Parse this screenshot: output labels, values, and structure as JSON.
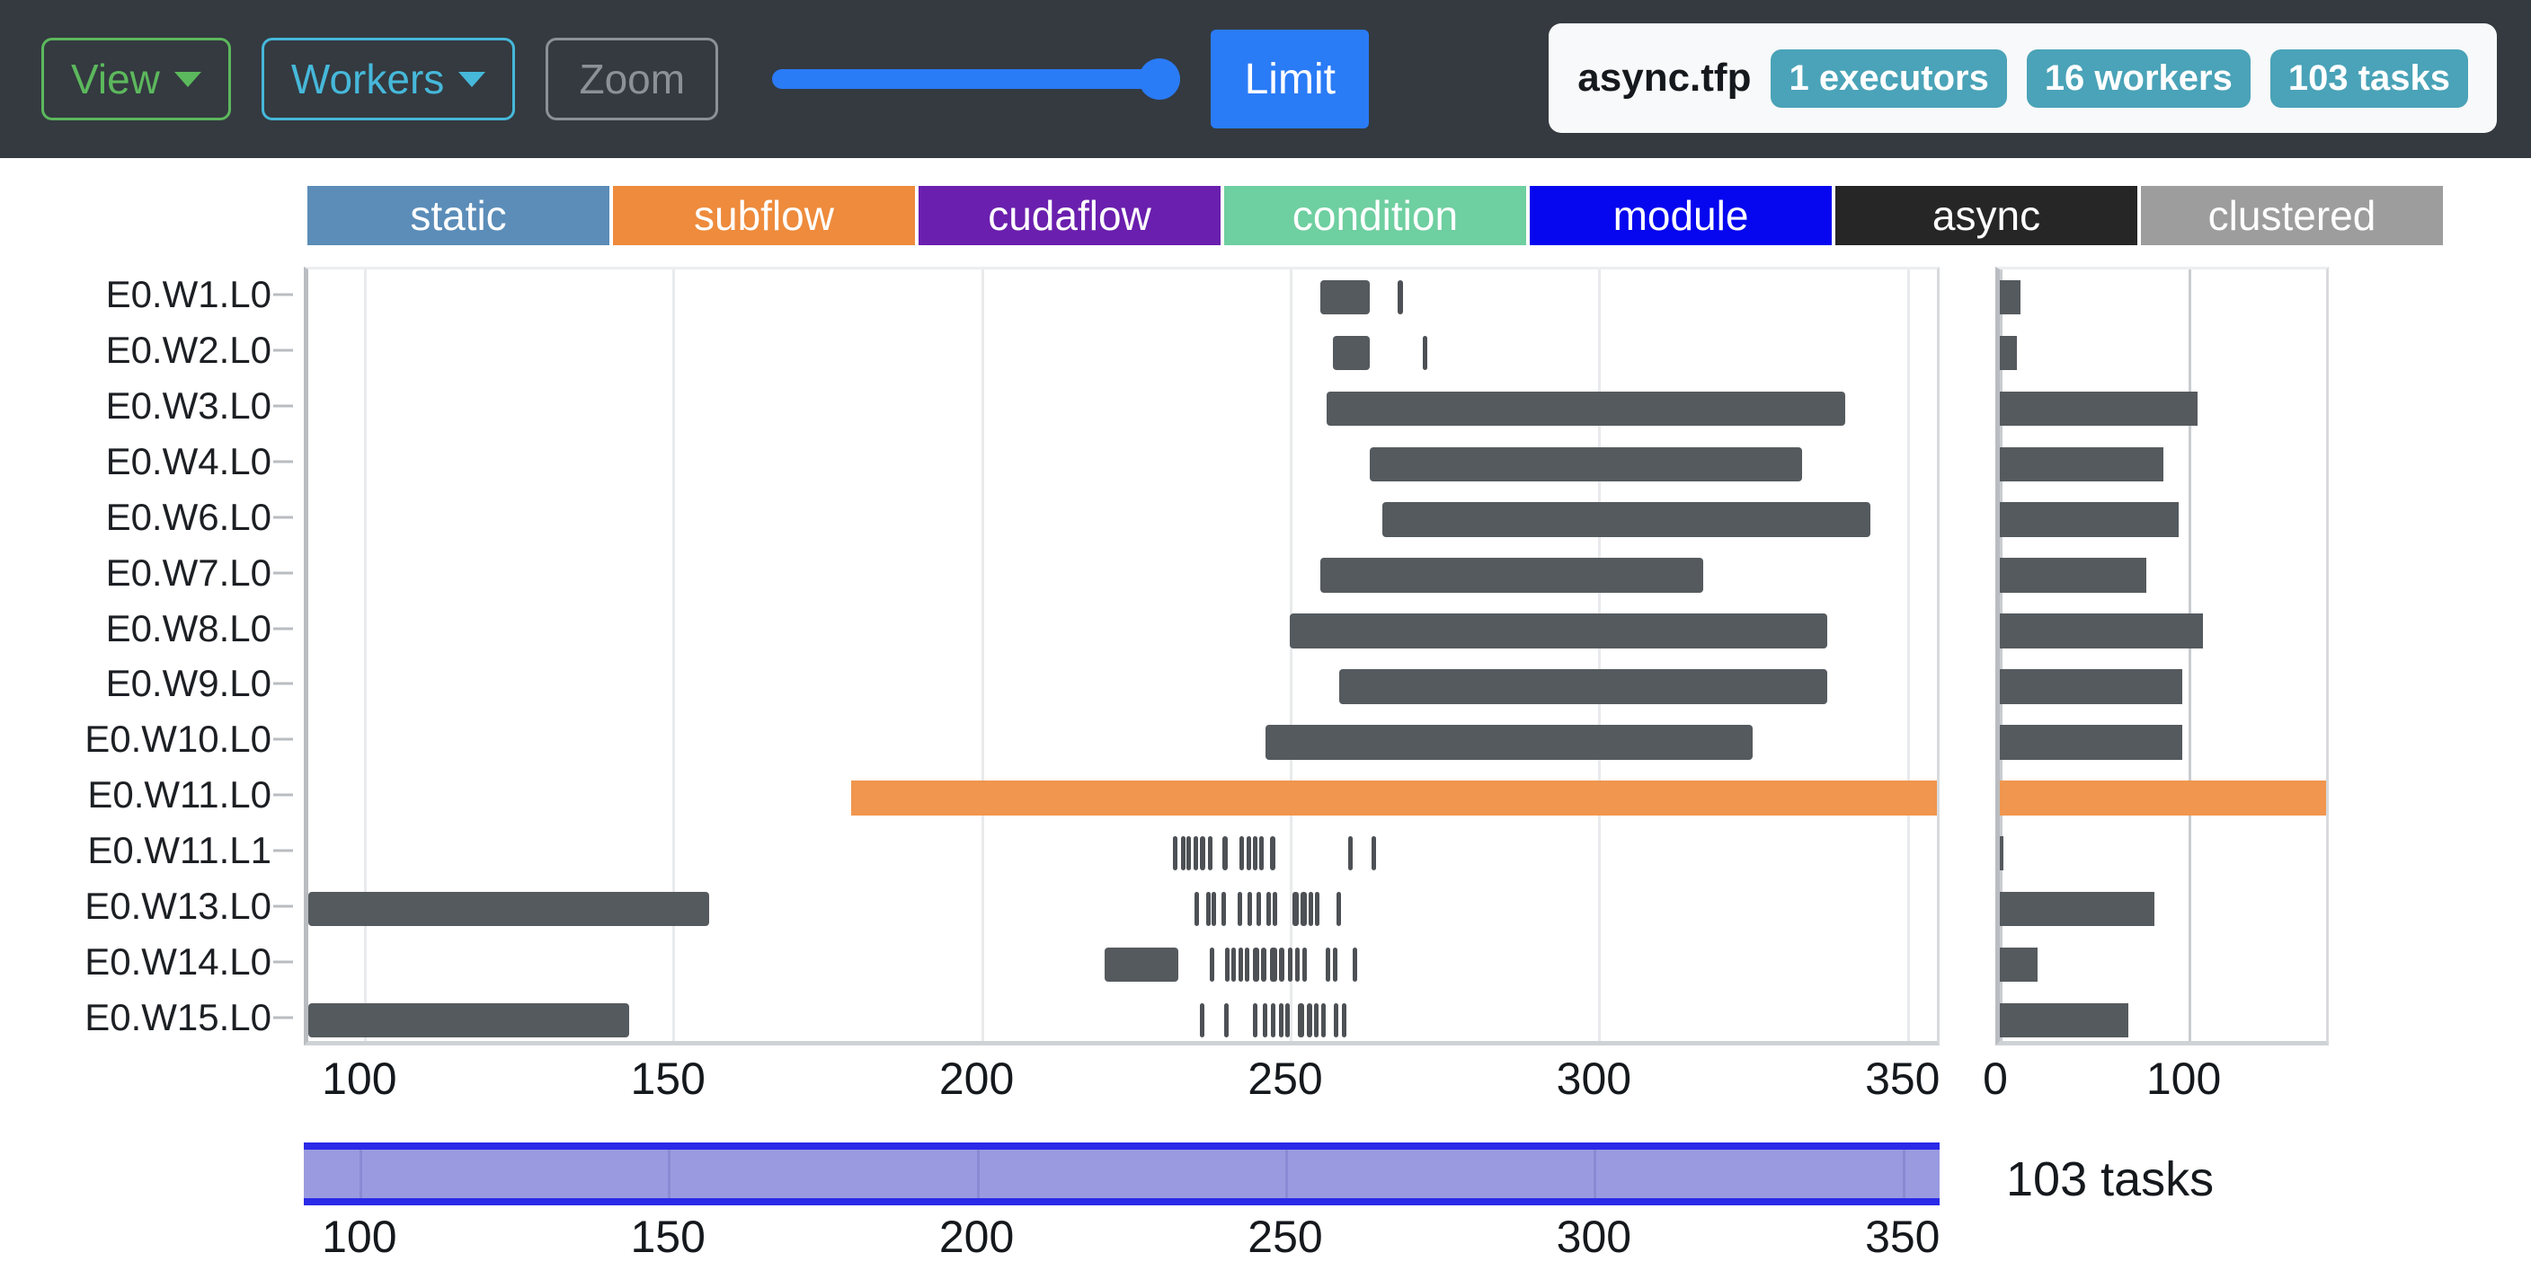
{
  "toolbar": {
    "view_label": "View",
    "workers_label": "Workers",
    "zoom_label": "Zoom",
    "limit_label": "Limit",
    "slider_value": 100
  },
  "meta": {
    "file_name": "async.tfp",
    "badges": [
      "1 executors",
      "16 workers",
      "103 tasks"
    ],
    "badge_color": "#4aa3b8"
  },
  "legend": {
    "items": [
      {
        "label": "static",
        "color": "#5b8db8"
      },
      {
        "label": "subflow",
        "color": "#ee8b3c"
      },
      {
        "label": "cudaflow",
        "color": "#6a1fae"
      },
      {
        "label": "condition",
        "color": "#6ecfa0"
      },
      {
        "label": "module",
        "color": "#0606ef"
      },
      {
        "label": "async",
        "color": "#262626"
      },
      {
        "label": "clustered",
        "color": "#9d9d9d"
      }
    ]
  },
  "footer": {
    "tasks_label": "103 tasks"
  },
  "chart_data": {
    "type": "bar",
    "title": "",
    "xlabel": "",
    "ylabel": "",
    "grid": true,
    "main": {
      "type": "bar",
      "orientation": "horizontal",
      "xlim": [
        91,
        356
      ],
      "xticks": [
        100,
        150,
        200,
        250,
        300,
        350
      ],
      "xticklabels": [
        "100",
        "150",
        "200",
        "250",
        "300",
        "350"
      ],
      "categories": [
        "E0.W1.L0",
        "E0.W2.L0",
        "E0.W3.L0",
        "E0.W4.L0",
        "E0.W6.L0",
        "E0.W7.L0",
        "E0.W8.L0",
        "E0.W9.L0",
        "E0.W10.L0",
        "E0.W11.L0",
        "E0.W11.L1",
        "E0.W13.L0",
        "E0.W14.L0",
        "E0.W15.L0"
      ],
      "rows": [
        {
          "label": "E0.W1.L0",
          "spans": [
            {
              "start": 255,
              "end": 263,
              "color": "#555a5e"
            },
            {
              "start": 267.5,
              "end": 268.3,
              "color": "#4d5155"
            }
          ]
        },
        {
          "label": "E0.W2.L0",
          "spans": [
            {
              "start": 257,
              "end": 263,
              "color": "#555a5e"
            },
            {
              "start": 271.5,
              "end": 272.2,
              "color": "#4d5155"
            }
          ]
        },
        {
          "label": "E0.W3.L0",
          "spans": [
            {
              "start": 256,
              "end": 340,
              "color": "#555a5e"
            }
          ]
        },
        {
          "label": "E0.W4.L0",
          "spans": [
            {
              "start": 263,
              "end": 333,
              "color": "#555a5e"
            }
          ]
        },
        {
          "label": "E0.W6.L0",
          "spans": [
            {
              "start": 265,
              "end": 344,
              "color": "#555a5e"
            }
          ]
        },
        {
          "label": "E0.W7.L0",
          "spans": [
            {
              "start": 255,
              "end": 317,
              "color": "#555a5e"
            }
          ]
        },
        {
          "label": "E0.W8.L0",
          "spans": [
            {
              "start": 250,
              "end": 337,
              "color": "#555a5e"
            }
          ]
        },
        {
          "label": "E0.W9.L0",
          "spans": [
            {
              "start": 258,
              "end": 337,
              "color": "#555a5e"
            }
          ]
        },
        {
          "label": "E0.W10.L0",
          "spans": [
            {
              "start": 246,
              "end": 325,
              "color": "#555a5e"
            }
          ]
        },
        {
          "label": "E0.W11.L0",
          "spans": [
            {
              "start": 179,
              "end": 356,
              "color": "#f0964e"
            }
          ]
        },
        {
          "label": "E0.W11.L1",
          "spans": [
            {
              "start": 231.0,
              "end": 231.6
            },
            {
              "start": 232.4,
              "end": 233.0
            },
            {
              "start": 233.3,
              "end": 233.9
            },
            {
              "start": 234.4,
              "end": 235.0
            },
            {
              "start": 235.5,
              "end": 236.3
            },
            {
              "start": 236.7,
              "end": 237.2
            },
            {
              "start": 239.1,
              "end": 239.9
            },
            {
              "start": 241.9,
              "end": 242.5
            },
            {
              "start": 243.0,
              "end": 243.6
            },
            {
              "start": 244.0,
              "end": 244.6
            },
            {
              "start": 245.1,
              "end": 245.7
            },
            {
              "start": 246.8,
              "end": 247.6
            },
            {
              "start": 259.5,
              "end": 260.1
            },
            {
              "start": 263.2,
              "end": 263.7
            }
          ]
        },
        {
          "label": "E0.W13.L0",
          "spans": [
            {
              "start": 91,
              "end": 156,
              "color": "#555a5e"
            },
            {
              "start": 234.5,
              "end": 235.0
            },
            {
              "start": 236.4,
              "end": 236.9
            },
            {
              "start": 237.4,
              "end": 237.9
            },
            {
              "start": 238.9,
              "end": 239.4
            },
            {
              "start": 241.5,
              "end": 242.0
            },
            {
              "start": 243.1,
              "end": 243.6
            },
            {
              "start": 244.6,
              "end": 245.4
            },
            {
              "start": 246.2,
              "end": 246.8
            },
            {
              "start": 247.3,
              "end": 247.9
            },
            {
              "start": 250.5,
              "end": 251.5
            },
            {
              "start": 251.8,
              "end": 252.8
            },
            {
              "start": 253.1,
              "end": 253.7
            },
            {
              "start": 254.1,
              "end": 254.7
            },
            {
              "start": 257.5,
              "end": 258.1
            }
          ]
        },
        {
          "label": "E0.W14.L0",
          "spans": [
            {
              "start": 220,
              "end": 232,
              "color": "#555a5e"
            },
            {
              "start": 237.0,
              "end": 237.6
            },
            {
              "start": 239.5,
              "end": 240.1
            },
            {
              "start": 240.6,
              "end": 241.2
            },
            {
              "start": 241.7,
              "end": 242.3
            },
            {
              "start": 242.7,
              "end": 243.4
            },
            {
              "start": 244.0,
              "end": 245.0
            },
            {
              "start": 245.4,
              "end": 246.2
            },
            {
              "start": 246.8,
              "end": 247.9
            },
            {
              "start": 248.3,
              "end": 249.2
            },
            {
              "start": 249.7,
              "end": 250.4
            },
            {
              "start": 250.9,
              "end": 251.5
            },
            {
              "start": 252.0,
              "end": 252.6
            },
            {
              "start": 255.8,
              "end": 256.4
            },
            {
              "start": 257.0,
              "end": 257.6
            },
            {
              "start": 260.2,
              "end": 260.8
            }
          ]
        },
        {
          "label": "E0.W15.L0",
          "spans": [
            {
              "start": 91,
              "end": 143,
              "color": "#555a5e"
            },
            {
              "start": 235.5,
              "end": 236.2
            },
            {
              "start": 239.4,
              "end": 240.0
            },
            {
              "start": 244.0,
              "end": 244.6
            },
            {
              "start": 245.6,
              "end": 246.2
            },
            {
              "start": 247.0,
              "end": 247.6
            },
            {
              "start": 248.2,
              "end": 248.8
            },
            {
              "start": 249.3,
              "end": 249.9
            },
            {
              "start": 251.3,
              "end": 252.3
            },
            {
              "start": 252.8,
              "end": 253.6
            },
            {
              "start": 254.0,
              "end": 254.7
            },
            {
              "start": 255.1,
              "end": 255.8
            },
            {
              "start": 257.2,
              "end": 257.8
            },
            {
              "start": 258.5,
              "end": 259.1
            }
          ]
        }
      ]
    },
    "right": {
      "type": "bar",
      "orientation": "horizontal",
      "xlim": [
        0,
        177
      ],
      "xticks": [
        0,
        100
      ],
      "xticklabels": [
        "0",
        "100"
      ],
      "categories": [
        "E0.W1.L0",
        "E0.W2.L0",
        "E0.W3.L0",
        "E0.W4.L0",
        "E0.W6.L0",
        "E0.W7.L0",
        "E0.W8.L0",
        "E0.W9.L0",
        "E0.W10.L0",
        "E0.W11.L0",
        "E0.W11.L1",
        "E0.W13.L0",
        "E0.W14.L0",
        "E0.W15.L0"
      ],
      "values": [
        11,
        9,
        105,
        87,
        95,
        78,
        108,
        97,
        97,
        177,
        2,
        82,
        20,
        68
      ],
      "colors": [
        "#555a5e",
        "#555a5e",
        "#555a5e",
        "#555a5e",
        "#555a5e",
        "#555a5e",
        "#555a5e",
        "#555a5e",
        "#555a5e",
        "#f0964e",
        "#555a5e",
        "#555a5e",
        "#555a5e",
        "#555a5e"
      ]
    },
    "brush": {
      "type": "range-selector",
      "xlim": [
        91,
        356
      ],
      "xticks": [
        100,
        150,
        200,
        250,
        300,
        350
      ],
      "xticklabels": [
        "100",
        "150",
        "200",
        "250",
        "300",
        "350"
      ],
      "selection": [
        91,
        356
      ],
      "fill_color": "#9a9ae0",
      "edge_color": "#2a2ae8"
    }
  }
}
